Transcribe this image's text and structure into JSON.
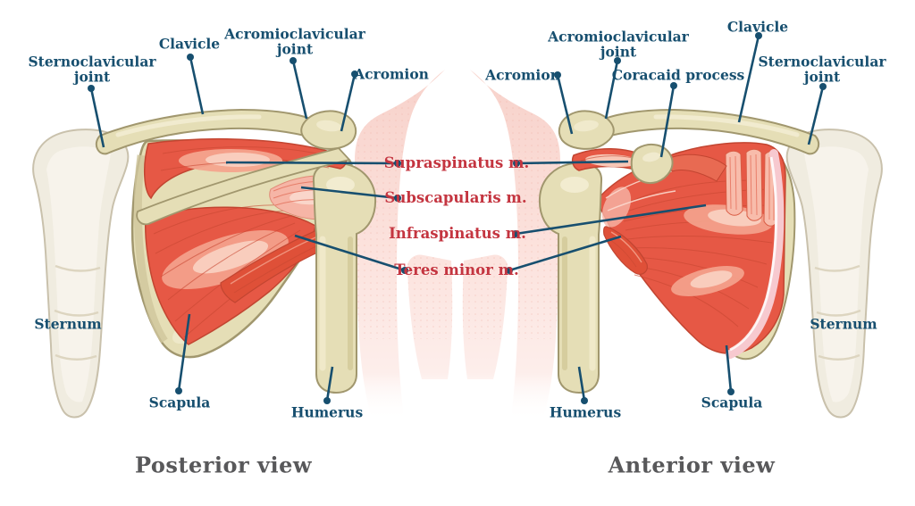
{
  "colors": {
    "label-navy": "#174f6f",
    "muscle-label-red": "#c43540",
    "view-title-gray": "#58585a",
    "muscle-red": "#e65845",
    "muscle-highlight": "#f4a48e",
    "bone-cream": "#e5deb6",
    "bone-outline": "#a1976e",
    "sternum-ivory": "#f0ece0",
    "body-silhouette-pink": "#f9d7d1"
  },
  "diagram": {
    "posterior": {
      "title": "Posterior view",
      "labels": {
        "sternoclavicular_joint": "Sternoclavicular joint",
        "clavicle": "Clavicle",
        "acromioclavicular_joint": "Acromioclavicular joint",
        "acromion": "Acromion",
        "sternum": "Sternum",
        "scapula": "Scapula",
        "humerus": "Humerus"
      }
    },
    "anterior": {
      "title": "Anterior view",
      "labels": {
        "acromioclavicular_joint": "Acromioclavicular joint",
        "clavicle": "Clavicle",
        "acromion": "Acromion",
        "coracaid_process": "Coracaid process",
        "sternoclavicular_joint": "Sternoclavicular joint",
        "sternum": "Sternum",
        "humerus": "Humerus",
        "scapula": "Scapula"
      }
    },
    "muscle_labels": {
      "supraspinatus": "Supraspinatus m.",
      "subscapularis": "Subscapularis m.",
      "infraspinatus": "Infraspinatus m.",
      "teres_minor": "Teres minor m."
    }
  }
}
